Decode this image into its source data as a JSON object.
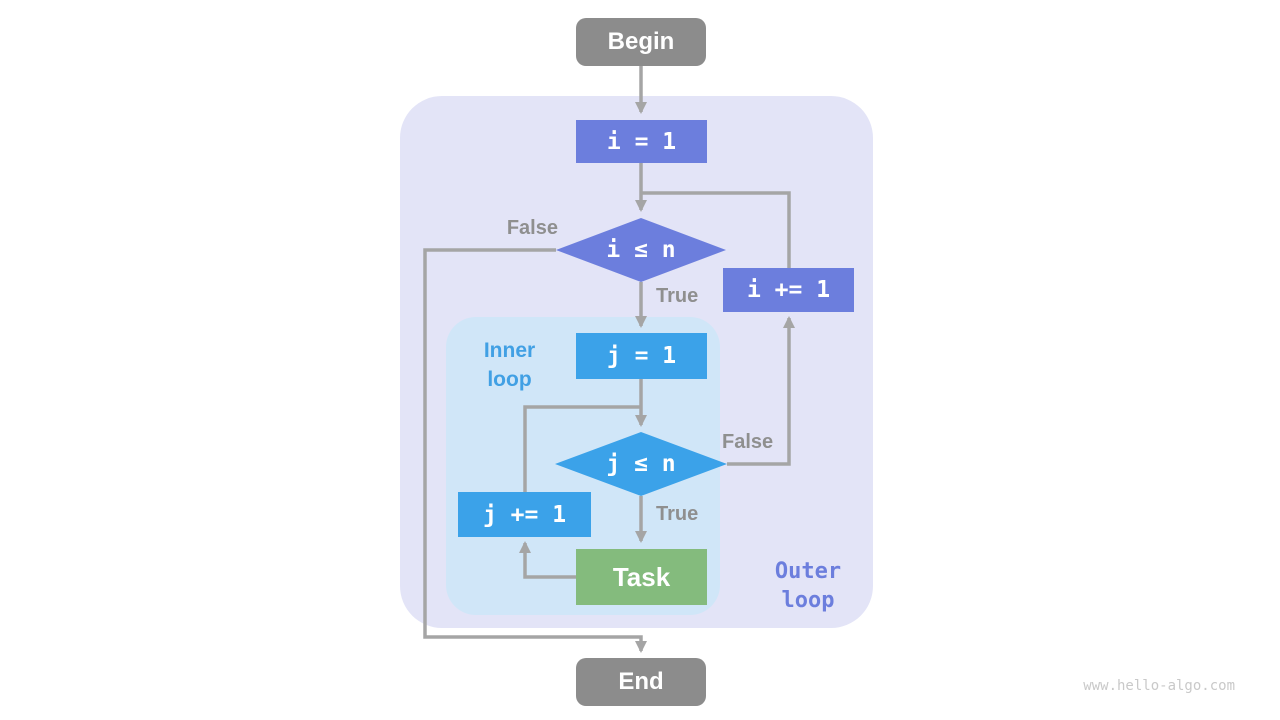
{
  "diagram": {
    "type": "flowchart",
    "subject": "nested-loop control flow",
    "nodes": {
      "begin": "Begin",
      "init_i": "i = 1",
      "cond_i": "i ≤ n",
      "incr_i": "i += 1",
      "init_j": "j = 1",
      "cond_j": "j ≤ n",
      "incr_j": "j += 1",
      "task": "Task",
      "end": "End"
    },
    "edge_labels": {
      "cond_i_false": "False",
      "cond_i_true": "True",
      "cond_j_false": "False",
      "cond_j_true": "True"
    },
    "regions": {
      "inner_loop": [
        "Inner",
        "loop"
      ],
      "outer_loop": [
        "Outer",
        "loop"
      ]
    },
    "watermark": "www.hello-algo.com",
    "colors": {
      "purple": "#6C7EDD",
      "blue": "#3BA2E9",
      "green": "#84BB7D",
      "gray": "#8C8C8C",
      "line": "#A5A5A5",
      "label_gray": "#8F8F8F",
      "outer_bg": "#E3E4F7",
      "inner_bg": "#D0E6F8",
      "inner_label": "#41A0E4",
      "watermark": "#C9C9C9"
    }
  }
}
